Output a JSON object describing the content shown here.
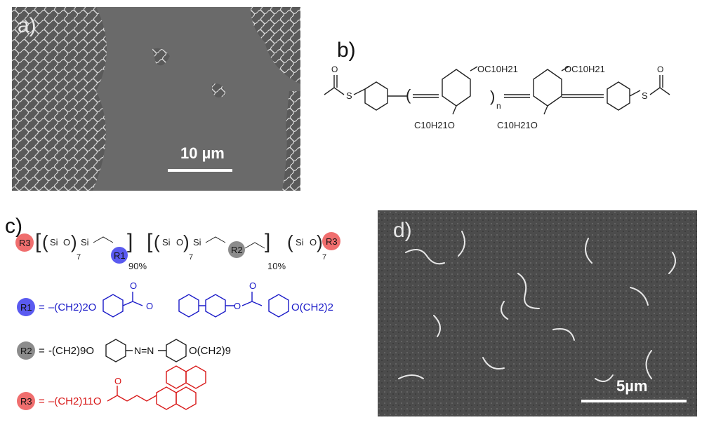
{
  "panels": {
    "a": {
      "label": "a)",
      "scale_label": "10 µm"
    },
    "b": {
      "label": "b)",
      "substituent_OC10H21": "OC10H21",
      "substituent_C10H21O": "C10H21O",
      "repeat_n": "n",
      "end_atom": "S",
      "carbonyl_O": "O"
    },
    "c": {
      "label": "c)",
      "r1": "R1",
      "r2": "R2",
      "r3": "R3",
      "si": "Si",
      "o": "O",
      "sub7": "7",
      "pct90": "90%",
      "pct10": "10%",
      "r1_def_prefix": "–(CH2)2O",
      "r1_def_suffix": "O(CH2)2",
      "r2_def_prefix": "-(CH2)9O",
      "r2_def_suffix": "O(CH2)9",
      "r2_azo": "N=N",
      "r3_def_prefix": "–(CH2)11O",
      "equals": "="
    },
    "d": {
      "label": "d)",
      "scale_label": "5µm"
    }
  },
  "colors": {
    "r1": "#5a5af0",
    "r2": "#8c8c8c",
    "r3": "#f06e6e",
    "r1_text": "#1a1ac8",
    "r3_text": "#d81818"
  }
}
